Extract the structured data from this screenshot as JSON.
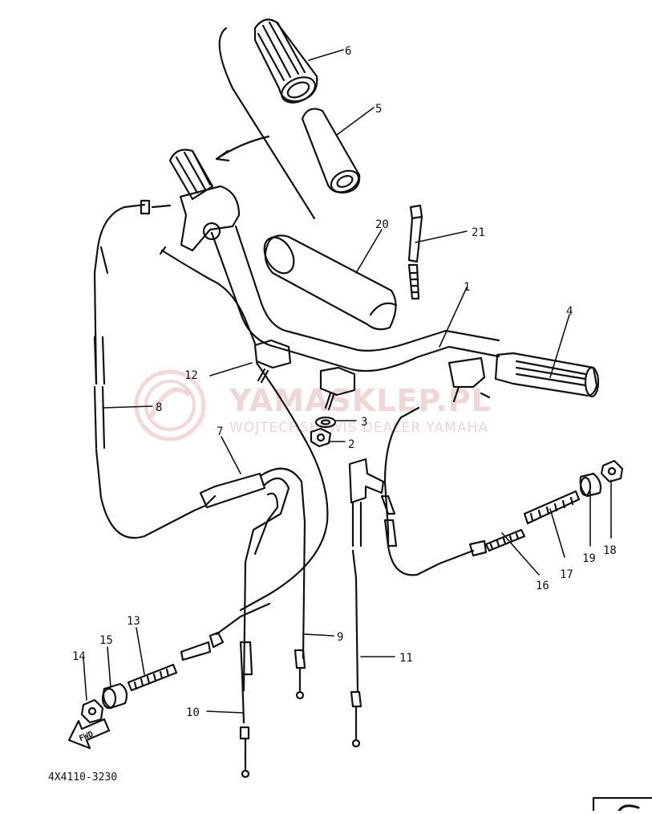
{
  "watermark": {
    "brand": "YAMASKLEP.PL",
    "tagline": "WOJTECHSERWIS DEALER YAMAHA"
  },
  "diagram_code": "4X4110-3230",
  "fwd_label": "FWD",
  "callouts": [
    {
      "id": "1",
      "label": "1"
    },
    {
      "id": "2",
      "label": "2"
    },
    {
      "id": "3",
      "label": "3"
    },
    {
      "id": "4",
      "label": "4"
    },
    {
      "id": "5",
      "label": "5"
    },
    {
      "id": "6",
      "label": "6"
    },
    {
      "id": "7",
      "label": "7"
    },
    {
      "id": "8",
      "label": "8"
    },
    {
      "id": "9",
      "label": "9"
    },
    {
      "id": "10",
      "label": "10"
    },
    {
      "id": "11",
      "label": "11"
    },
    {
      "id": "12",
      "label": "12"
    },
    {
      "id": "13",
      "label": "13"
    },
    {
      "id": "14",
      "label": "14"
    },
    {
      "id": "15",
      "label": "15"
    },
    {
      "id": "16",
      "label": "16"
    },
    {
      "id": "17",
      "label": "17"
    },
    {
      "id": "18",
      "label": "18"
    },
    {
      "id": "19",
      "label": "19"
    },
    {
      "id": "20",
      "label": "20"
    },
    {
      "id": "21",
      "label": "21"
    }
  ]
}
